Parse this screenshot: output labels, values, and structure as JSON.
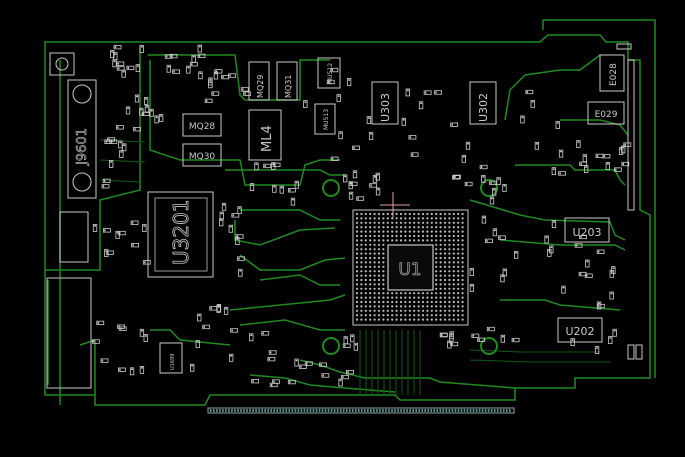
{
  "colors": {
    "background": "#000000",
    "trace": "#1f8a1f",
    "trace_dim": "#0f5a12",
    "outline": "#c9c9c9",
    "pad": "#d8d8d8",
    "label": "#bfbfbf",
    "highlight": "#e0a0b0"
  },
  "board": {
    "designators": {
      "u1": "U1",
      "u3201": "U3201",
      "u203": "U203",
      "u202": "U202",
      "u303": "U303",
      "u302": "U302",
      "mq28": "MQ28",
      "mq30": "MQ30",
      "mq29": "MQ29",
      "mq31": "MQ31",
      "ml4": "ML4",
      "mu512": "MU512",
      "mu513": "MU513",
      "e028": "E028",
      "e029": "E029",
      "j9601": "J9601",
      "u1699": "U1699"
    }
  }
}
